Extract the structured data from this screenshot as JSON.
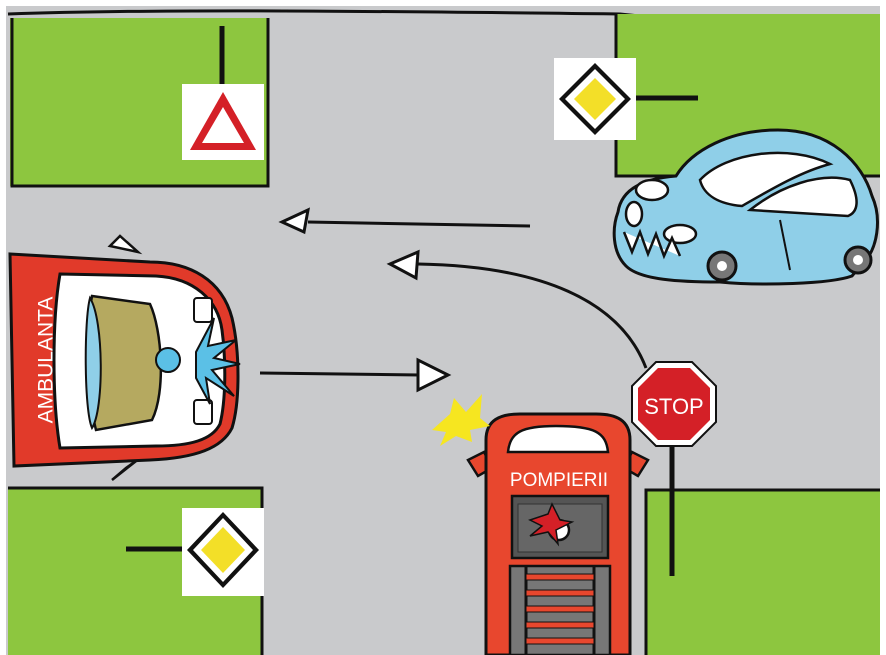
{
  "scene": {
    "colors": {
      "road": "#c9cacc",
      "grass": "#8dc63f",
      "outline": "#111111",
      "stop_red": "#d42027",
      "truck_red": "#e8472e",
      "ambulance_red": "#e13a2a",
      "car_blue": "#8fcfe8",
      "siren_blue": "#5bc0e6",
      "flash_yellow": "#f6e620",
      "priority_yellow": "#f3df28"
    },
    "signs": {
      "stop_label": "STOP",
      "yield_icon": "yield-triangle-icon",
      "priority_icon": "priority-diamond-icon"
    },
    "vehicles": {
      "ambulance_label": "AMBULANTA",
      "fire_truck_label": "POMPIERII",
      "car": "blue-car"
    }
  }
}
